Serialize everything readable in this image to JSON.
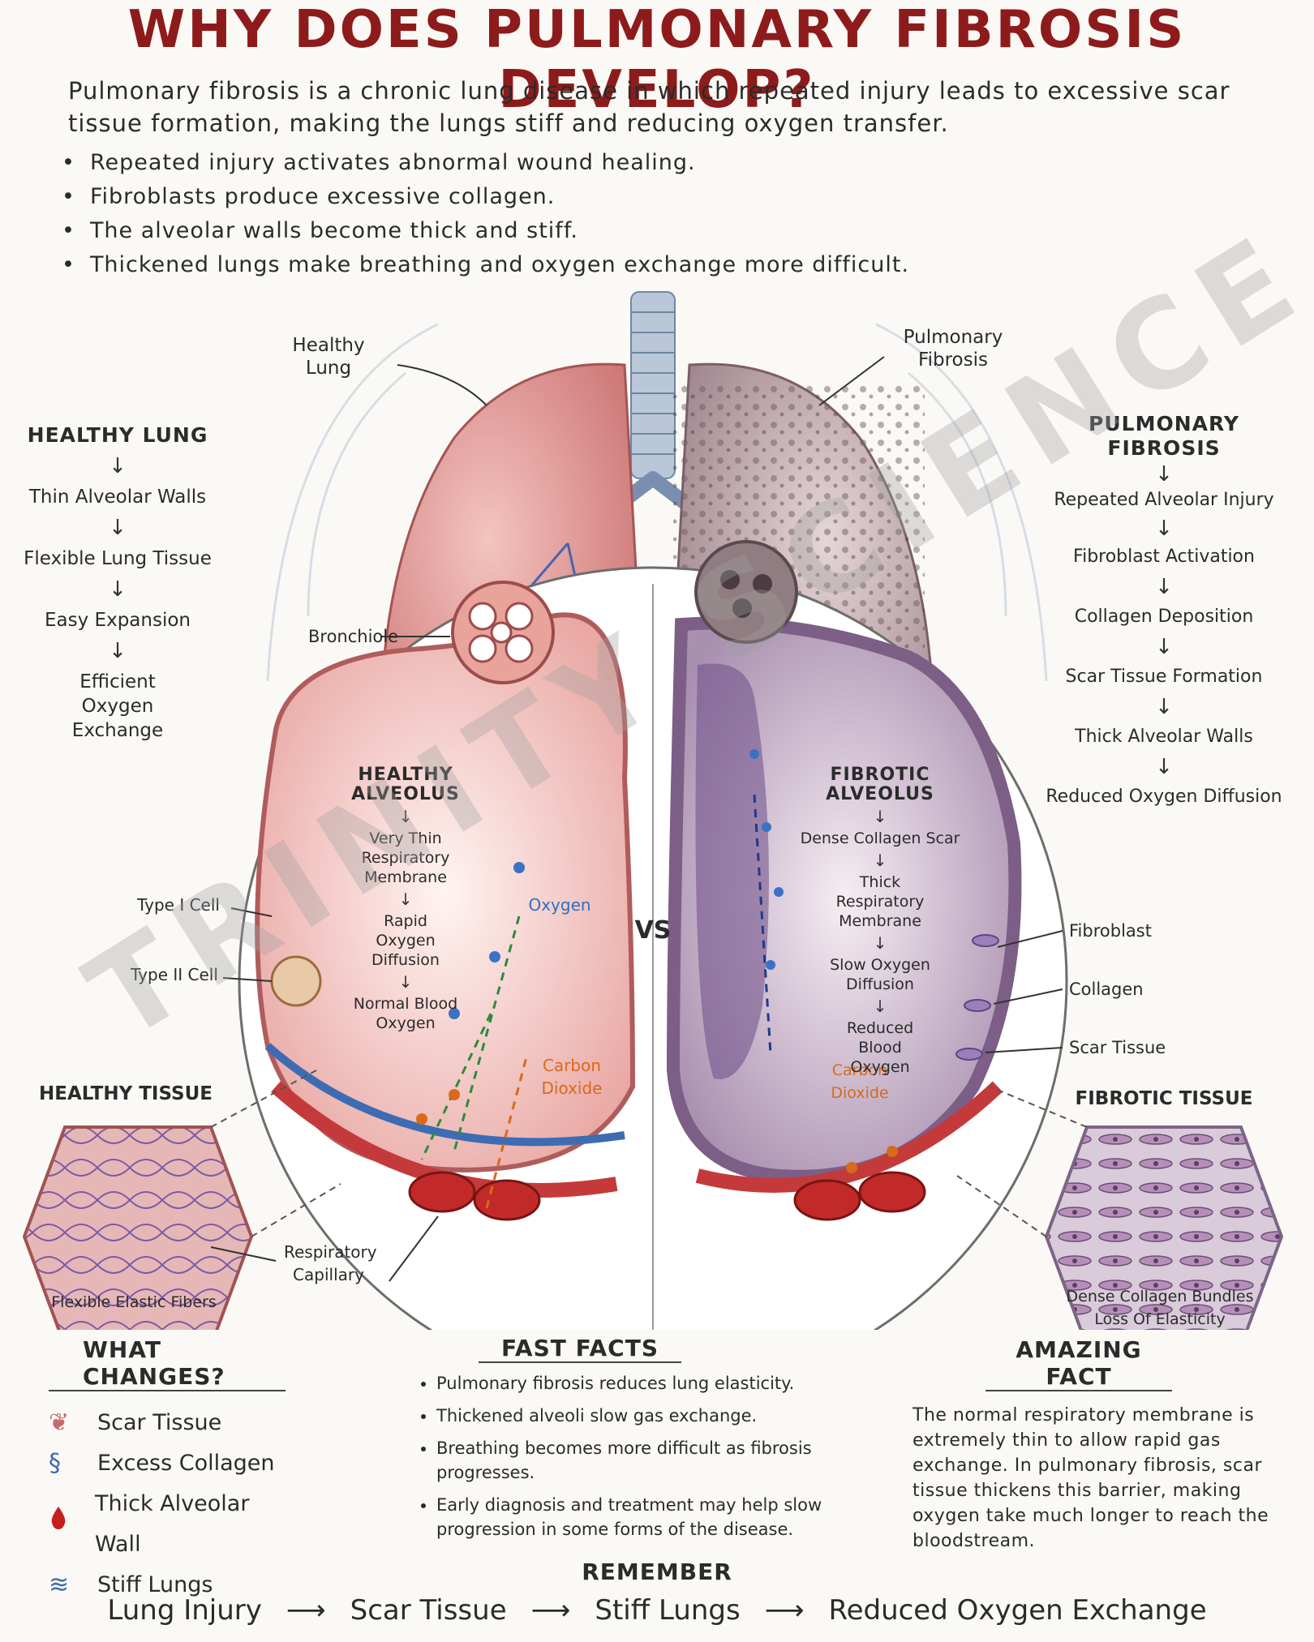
{
  "title": "WHY DOES PULMONARY FIBROSIS DEVELOP?",
  "intro": "Pulmonary fibrosis is a chronic lung disease in which repeated injury leads to excessive scar tissue formation, making the lungs stiff and reducing oxygen transfer.",
  "bullets": [
    "Repeated injury activates abnormal wound healing.",
    "Fibroblasts produce excessive collagen.",
    "The alveolar walls become thick and stiff.",
    "Thickened lungs make breathing and oxygen exchange more difficult."
  ],
  "labels": {
    "healthy_lung": "Healthy Lung",
    "pulmonary_fibrosis": "Pulmonary Fibrosis",
    "bronchiole": "Bronchiole",
    "type1": "Type I Cell",
    "type2": "Type II Cell",
    "oxygen": "Oxygen",
    "co2_left": "Carbon Dioxide",
    "co2_right": "Carbon Dioxide",
    "vs": "VS",
    "fibroblast": "Fibroblast",
    "collagen": "Collagen",
    "scar_tissue": "Scar Tissue",
    "resp_capillary": "Respiratory Capillary"
  },
  "healthy_flow": {
    "heading": "HEALTHY LUNG",
    "steps": [
      "Thin Alveolar Walls",
      "Flexible Lung Tissue",
      "Easy Expansion",
      "Efficient Oxygen Exchange"
    ]
  },
  "fibrosis_flow": {
    "heading": "PULMONARY FIBROSIS",
    "steps": [
      "Repeated Alveolar Injury",
      "Fibroblast Activation",
      "Collagen Deposition",
      "Scar Tissue Formation",
      "Thick Alveolar Walls",
      "Reduced Oxygen Diffusion"
    ]
  },
  "healthy_alveolus": {
    "heading": "HEALTHY ALVEOLUS",
    "steps": [
      "Very Thin Respiratory Membrane",
      "Rapid Oxygen Diffusion",
      "Normal Blood Oxygen"
    ]
  },
  "fibrotic_alveolus": {
    "heading": "FIBROTIC ALVEOLUS",
    "steps": [
      "Dense Collagen Scar",
      "Thick Respiratory Membrane",
      "Slow Oxygen Diffusion",
      "Reduced Blood Oxygen"
    ]
  },
  "healthy_tissue": {
    "heading": "HEALTHY TISSUE",
    "caption": "Flexible Elastic Fibers"
  },
  "fibrotic_tissue": {
    "heading": "FIBROTIC TISSUE",
    "caption1": "Dense Collagen Bundles",
    "caption2": "Loss Of Elasticity"
  },
  "what_changes": {
    "heading": "WHAT CHANGES?",
    "items": [
      {
        "icon": "lungs-icon",
        "label": "Scar Tissue"
      },
      {
        "icon": "dna-icon",
        "label": "Excess Collagen"
      },
      {
        "icon": "blood-drop-icon",
        "label": "Thick Alveolar Wall"
      },
      {
        "icon": "wind-icon",
        "label": "Stiff Lungs"
      }
    ]
  },
  "fast_facts": {
    "heading": "FAST FACTS",
    "items": [
      "Pulmonary fibrosis reduces lung elasticity.",
      "Thickened alveoli slow gas exchange.",
      "Breathing becomes more difficult as fibrosis progresses.",
      "Early diagnosis and treatment may help slow progression in some forms of the disease."
    ]
  },
  "amazing_fact": {
    "heading": "AMAZING FACT",
    "text": "The normal respiratory membrane is extremely thin to allow rapid gas exchange. In pulmonary fibrosis, scar tissue thickens this barrier, making oxygen take much longer to reach the bloodstream."
  },
  "remember": {
    "heading": "REMEMBER",
    "steps": [
      "Lung Injury",
      "Scar Tissue",
      "Stiff Lungs",
      "Reduced Oxygen Exchange"
    ]
  },
  "watermark": "TRINITY SCIENCE",
  "colors": {
    "title": "#8e1b1b",
    "healthy": "#d88a8a",
    "fibrotic": "#9a8a94",
    "oxygen": "#2f6fc2",
    "co2": "#d86a1a",
    "collagen": "#8a6fa8"
  }
}
